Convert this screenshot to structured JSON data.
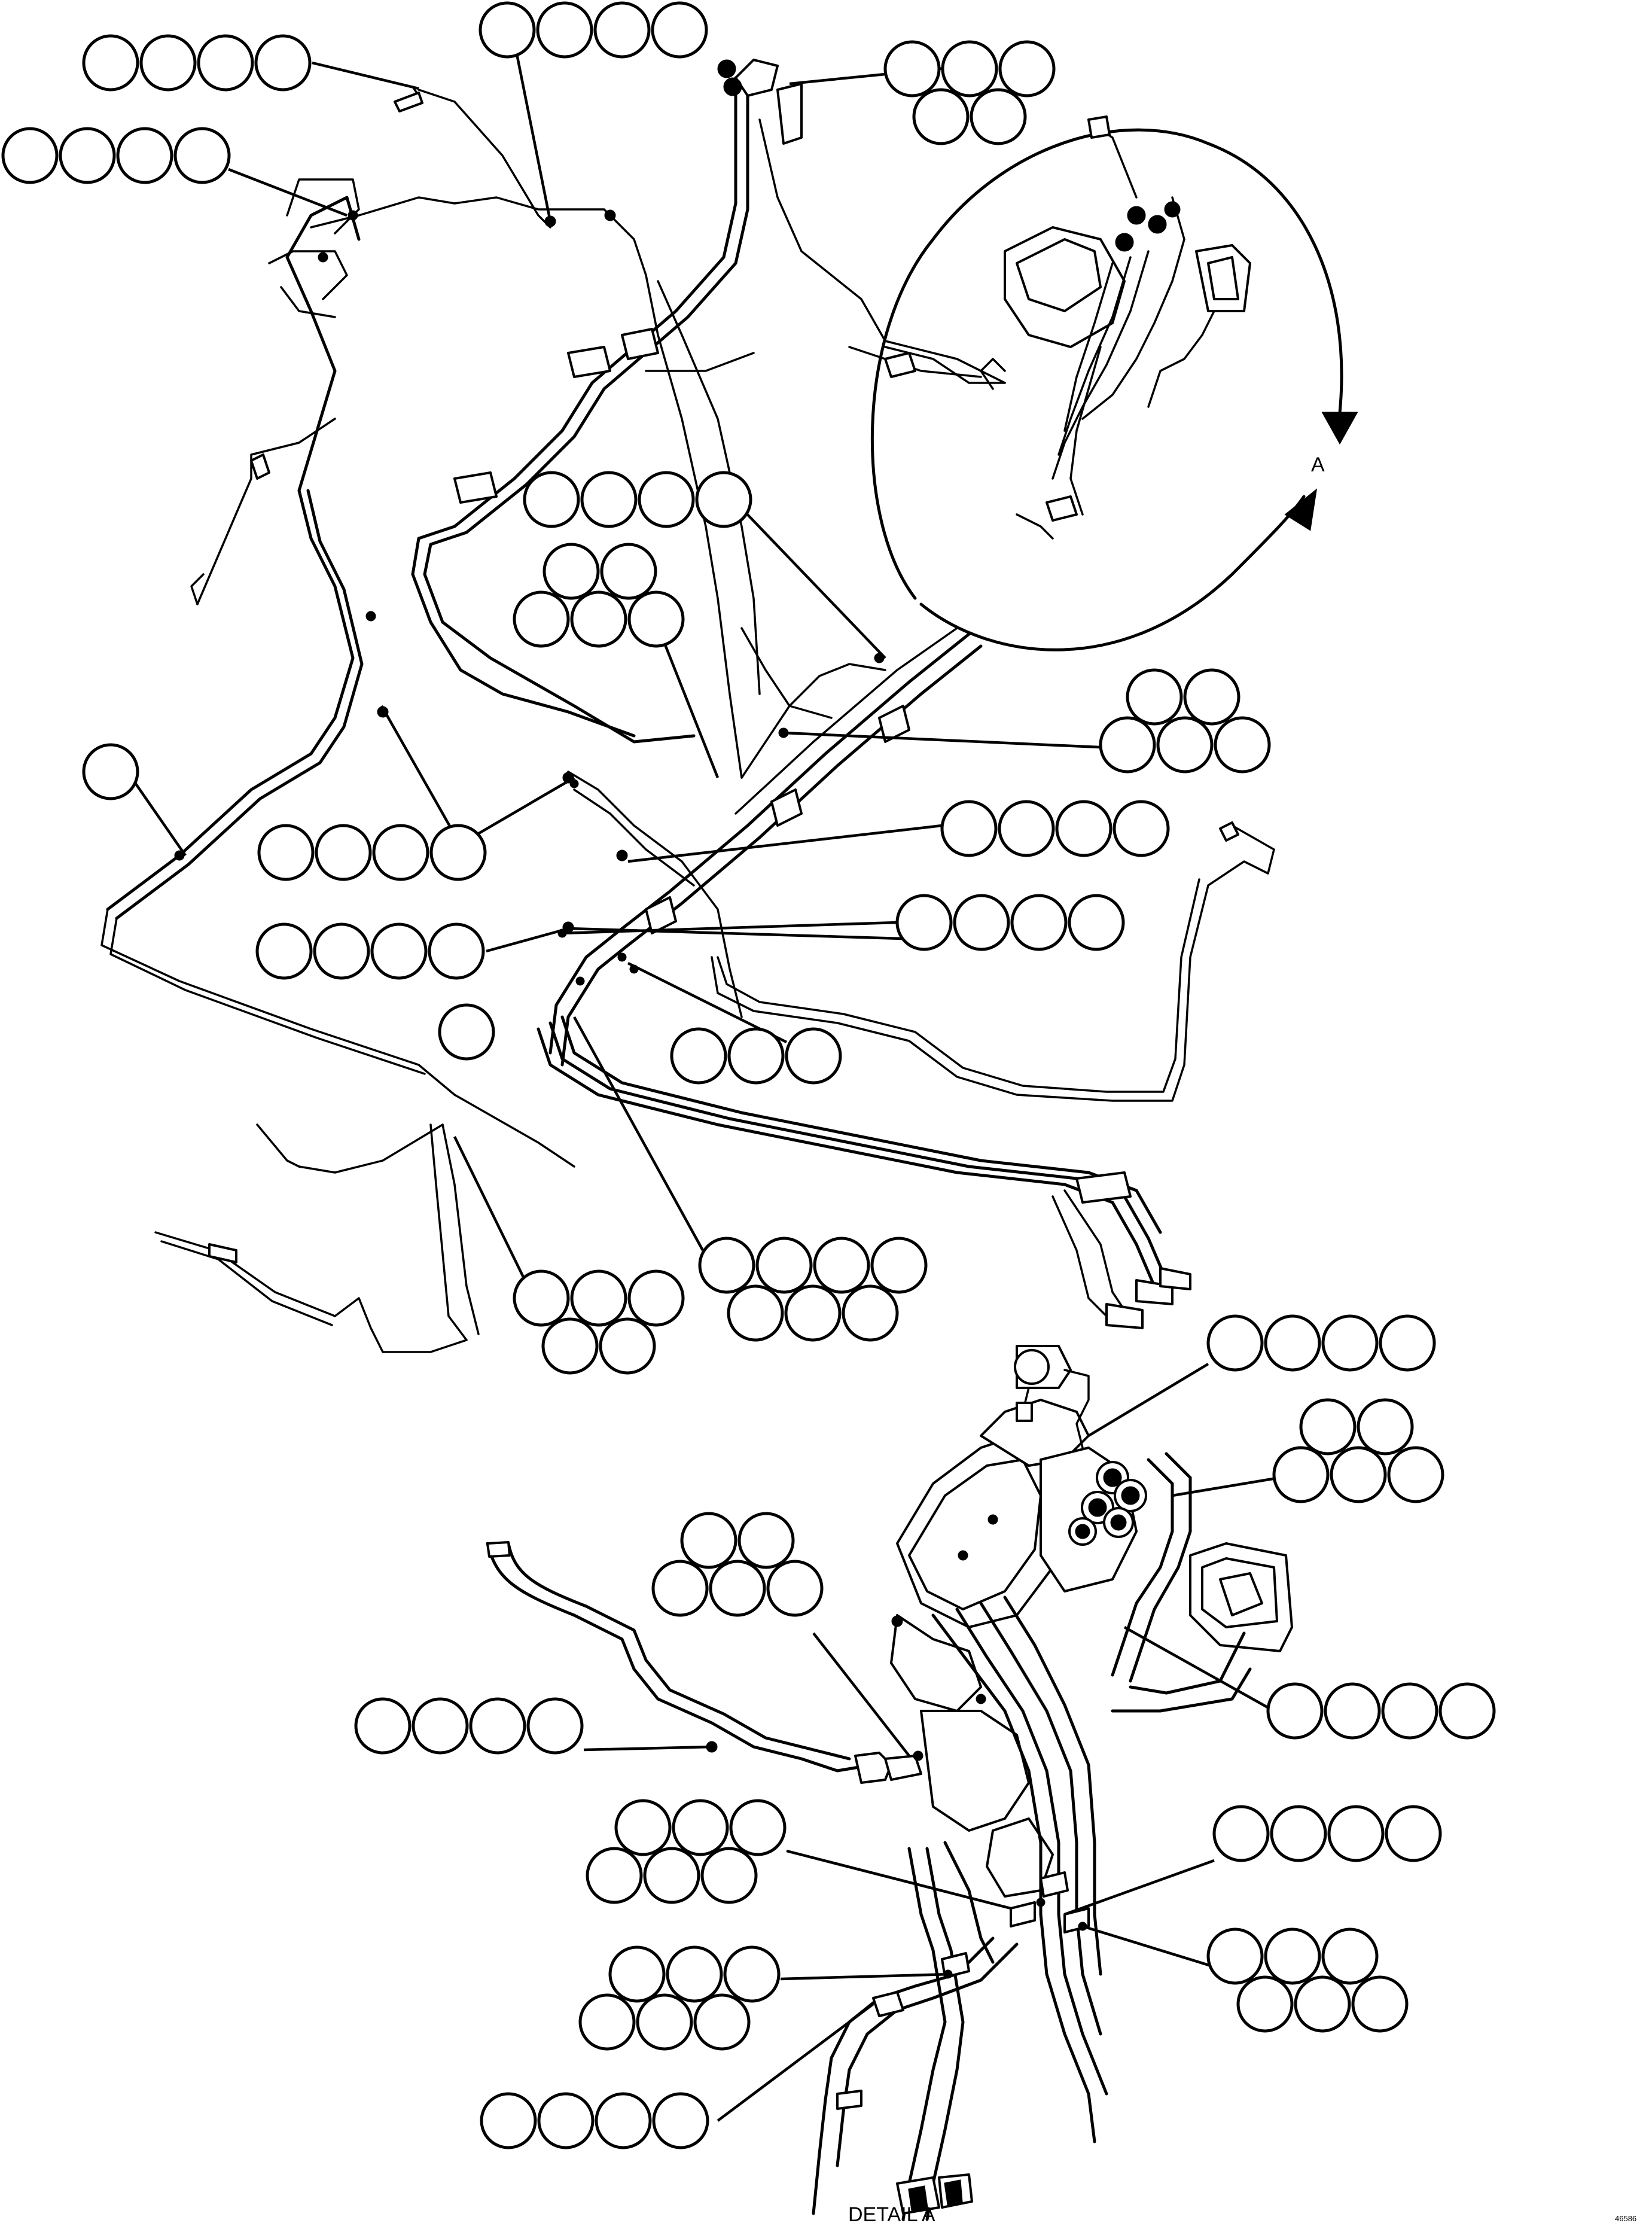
{
  "detail_marker": "A",
  "detail_caption": "DETAIL A",
  "drawing_number": "46586"
}
